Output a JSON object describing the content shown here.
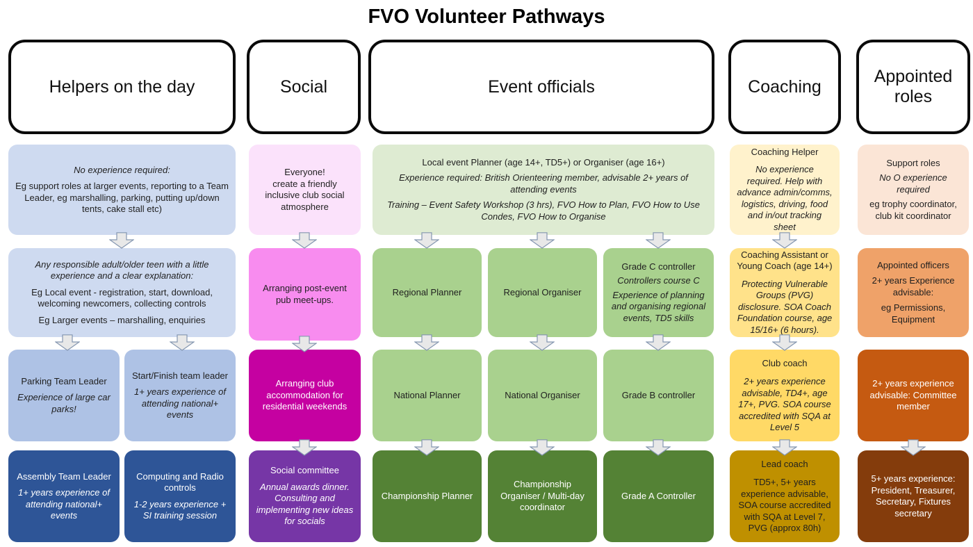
{
  "title": "FVO Volunteer Pathways",
  "headers": {
    "helpers": "Helpers on the day",
    "social": "Social",
    "events": "Event officials",
    "coaching": "Coaching",
    "appointed": "Appointed\nroles"
  },
  "helpers": {
    "r1": {
      "l1": "No experience required:",
      "l2": "Eg support roles at larger events, reporting to a Team Leader, eg marshalling, parking, putting up/down tents, cake stall etc)"
    },
    "r2": {
      "l1": "Any responsible adult/older teen with a little experience and a clear explanation:",
      "l2": "Eg Local event - registration, start, download, welcoming newcomers, collecting controls",
      "l3": "Eg Larger events – marshalling, enquiries"
    },
    "r3a": {
      "l1": "Parking Team Leader",
      "l2": "Experience of large car parks!"
    },
    "r3b": {
      "l1": "Start/Finish team leader",
      "l2": "1+ years experience of attending national+ events"
    },
    "r4a": {
      "l1": "Assembly Team Leader",
      "l2": "1+ years experience of attending national+ events"
    },
    "r4b": {
      "l1": "Computing and Radio controls",
      "l2": "1-2 years experience + SI training session"
    }
  },
  "social": {
    "r1": {
      "l1": "Everyone!\ncreate a friendly inclusive club social atmosphere"
    },
    "r2": {
      "l1": "Arranging post-event pub meet-ups."
    },
    "r3": {
      "l1": "Arranging club accommodation for residential weekends"
    },
    "r4": {
      "l1": "Social committee",
      "l2": "Annual awards dinner. Consulting and implementing new ideas for socials"
    }
  },
  "events": {
    "r1": {
      "l1": "Local event Planner (age 14+, TD5+) or Organiser (age 16+)",
      "l2": "Experience required:  British Orienteering member, advisable 2+ years of attending events",
      "l3": "Training – Event Safety Workshop (3 hrs), FVO How to Plan, FVO How to Use Condes, FVO How to Organise"
    },
    "planner2": "Regional Planner",
    "organiser2": "Regional Organiser",
    "controller2": {
      "l1": "Grade C controller",
      "l2": "Controllers course C",
      "l3": "Experience of planning and organising regional events, TD5 skills"
    },
    "planner3": "National Planner",
    "organiser3": "National Organiser",
    "controller3": "Grade B controller",
    "planner4": "Championship Planner",
    "organiser4": "Championship Organiser / Multi-day coordinator",
    "controller4": "Grade A Controller"
  },
  "coaching": {
    "r1": {
      "l1": "Coaching Helper",
      "l2": "No experience required. Help with advance admin/comms, logistics, driving, food and in/out tracking sheet"
    },
    "r2": {
      "l1": "Coaching Assistant or Young Coach (age 14+)",
      "l2": "Protecting Vulnerable Groups (PVG) disclosure. SOA Coach Foundation course, age 15/16+ (6 hours)."
    },
    "r3": {
      "l1": "Club coach",
      "l2": "2+ years experience advisable, TD4+, age 17+, PVG. SOA course accredited with SQA at Level 5"
    },
    "r4": {
      "l1": "Lead coach",
      "l2": "TD5+, 5+ years experience advisable, SOA course accredited with SQA at Level 7, PVG (approx 80h)"
    }
  },
  "appointed": {
    "r1": {
      "l1": "Support roles",
      "l2": "No O experience required",
      "l3": "eg trophy coordinator, club kit coordinator"
    },
    "r2": {
      "l1": "Appointed officers",
      "l2": "2+ years Experience advisable:",
      "l3": "eg Permissions, Equipment"
    },
    "r3": {
      "l1": "2+ years experience advisable: Committee member"
    },
    "r4": {
      "l1": "5+ years experience: President, Treasurer, Secretary, Fixtures secretary"
    }
  },
  "icons": {
    "down_arrow": "down-arrow-icon"
  },
  "colors": {
    "blue_light": "#cedaf0",
    "blue_mid": "#aec2e5",
    "blue_dark": "#2e5597",
    "pink_pale": "#fbe2fb",
    "pink_bright": "#f88cef",
    "magenta": "#c501a1",
    "purple": "#7636a6",
    "green_pale": "#deebd2",
    "green_mid": "#a9d18e",
    "green_dark": "#548235",
    "gold_pale": "#fff2cc",
    "gold_light": "#ffe28a",
    "gold_mid": "#ffd966",
    "gold_dark": "#bf9000",
    "peach_pale": "#fbe5d6",
    "orange_light": "#efa269",
    "orange_dark": "#c55a11",
    "brown": "#843c0c",
    "arrow_fill": "#e8e8e8",
    "arrow_stroke": "#8496b0"
  }
}
